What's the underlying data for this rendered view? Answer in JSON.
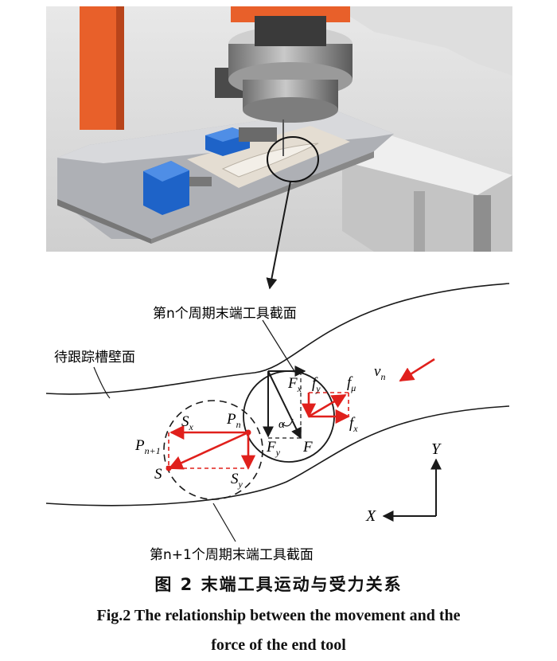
{
  "labels": {
    "section_n": "第n个周期末端工具截面",
    "section_n1": "第n+1个周期末端工具截面",
    "groove_wall": "待跟踪槽壁面",
    "Fx": "F",
    "Fx_sub": "x",
    "Fy": "F",
    "Fy_sub": "y",
    "F": "F",
    "fy": "f",
    "fy_sub": "y",
    "fmu": "f",
    "fmu_sub": "μ",
    "fx": "f",
    "fx_sub": "x",
    "vn": "v",
    "vn_sub": "n",
    "Sx": "S",
    "Sx_sub": "x",
    "Sy": "S",
    "Sy_sub": "y",
    "Pn": "P",
    "Pn_sub": "n",
    "Pn1": "P",
    "Pn1_sub": "n+1",
    "S": "S",
    "alpha": "α",
    "axis_Y": "Y",
    "axis_X": "X"
  },
  "caption": {
    "cn": "图 2   末端工具运动与受力关系",
    "en_line1": "Fig.2   The relationship between the movement and the",
    "en_line2": "force of the end tool"
  },
  "colors": {
    "force_red": "#e0201c",
    "line": "#1a1a1a",
    "bg": "#ffffff",
    "render_bg": "#d9d9d9",
    "robot_orange": "#e8602a",
    "clamp_blue": "#1e63c8"
  }
}
